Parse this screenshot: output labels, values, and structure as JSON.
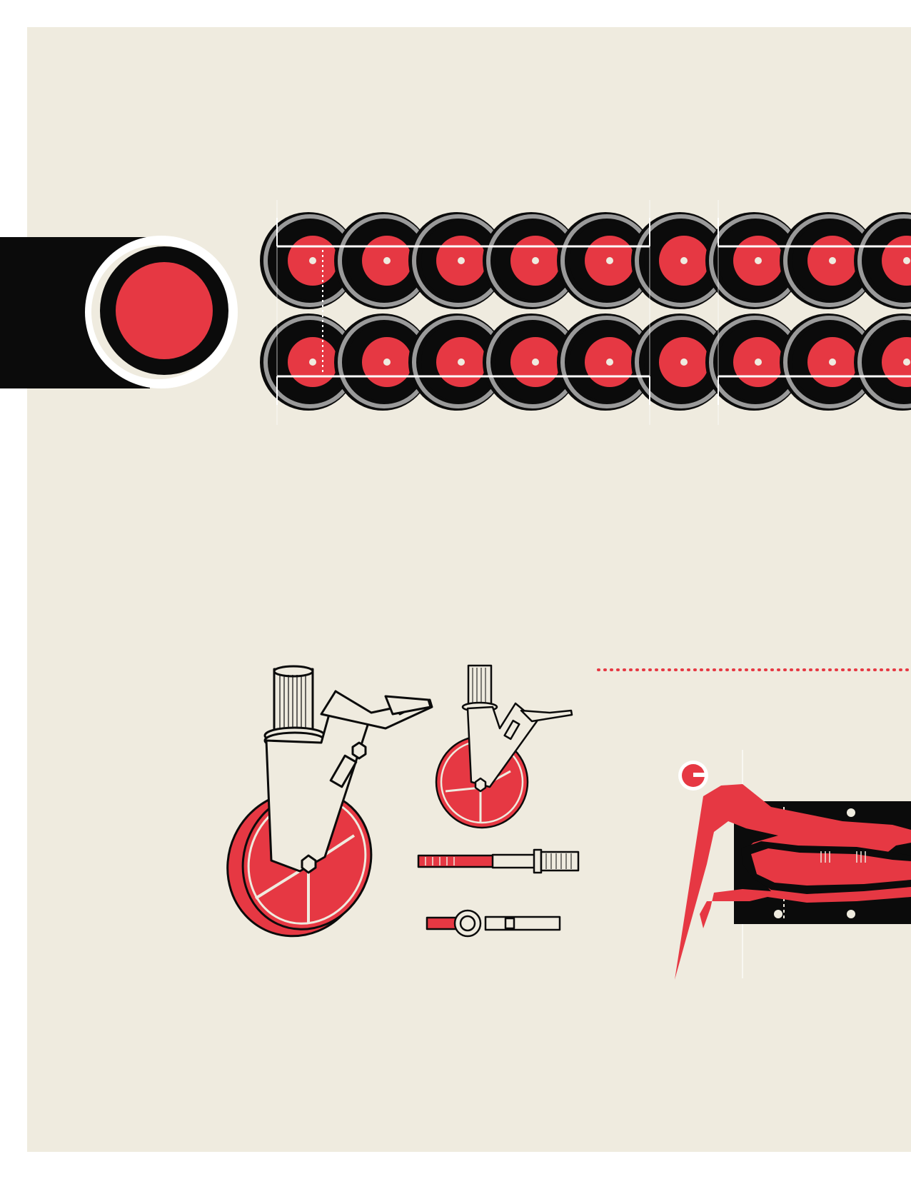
{
  "colors": {
    "page": "#ffffff",
    "background": "#efebdf",
    "red": "#e63843",
    "black": "#0b0b0b",
    "gray": "#9a9a9a",
    "cream": "#efebdf",
    "line": "#ffffff"
  },
  "wheel_rows": [
    {
      "name": "upper-wheel-row",
      "count": 9,
      "hub_count_visible": 9
    },
    {
      "name": "lower-wheel-row",
      "count": 9,
      "hub_count_visible": 9
    }
  ],
  "icons": [
    "big-red-disc-icon",
    "large-caster-wheel-icon",
    "small-caster-wheel-icon",
    "axle-side-view-icon",
    "axle-top-view-icon",
    "red-figure-over-belt-icon"
  ]
}
